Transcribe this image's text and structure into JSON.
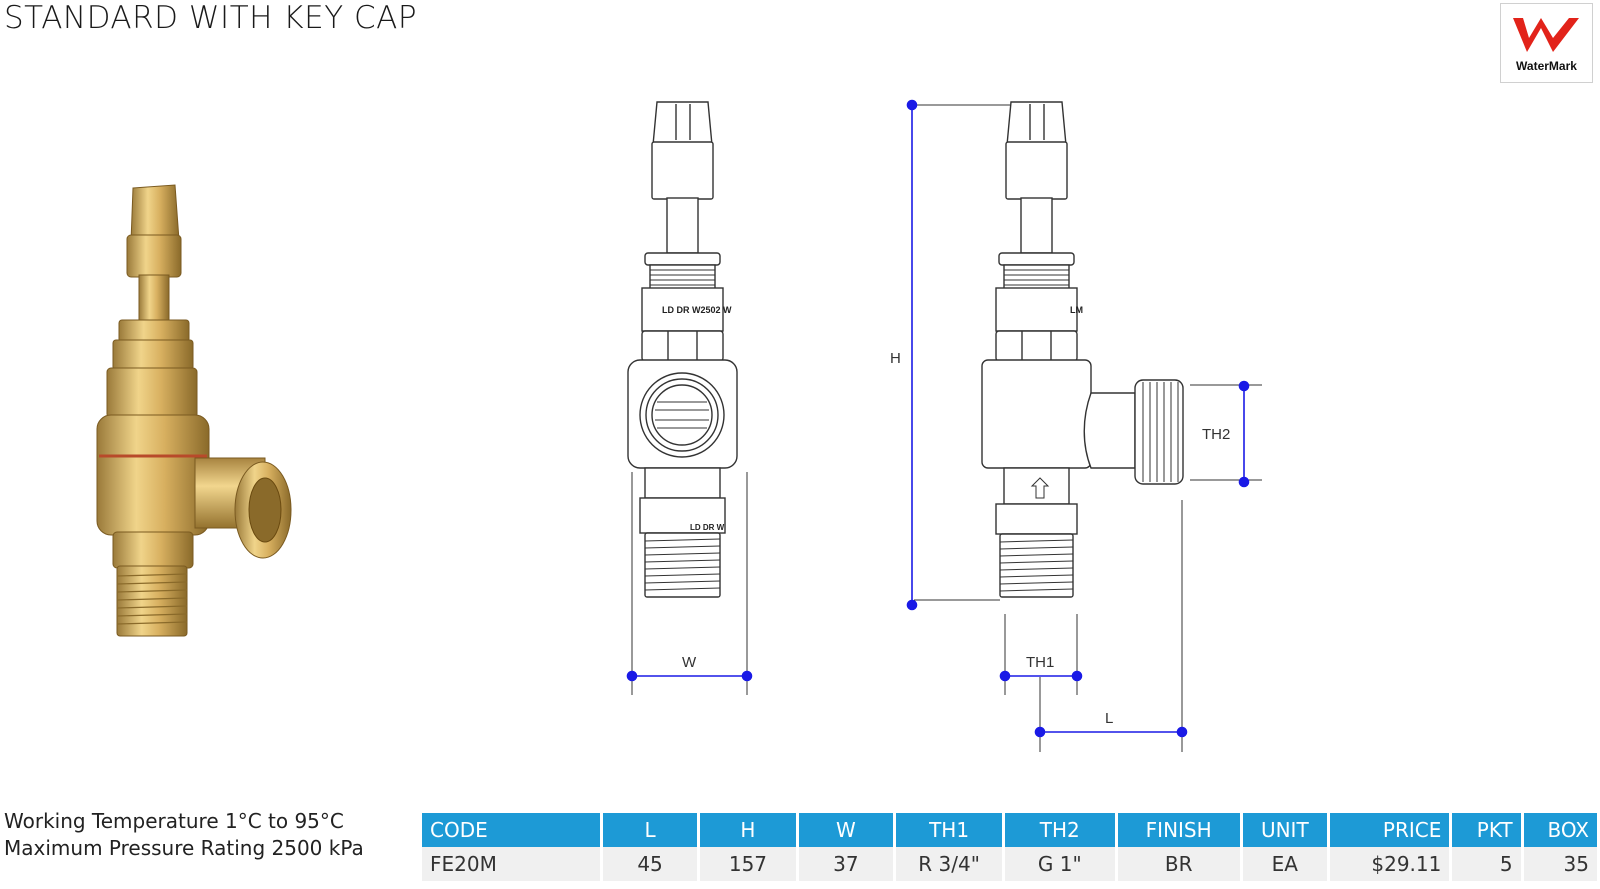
{
  "title": "STANDARD WITH KEY CAP",
  "logo": {
    "text": "WaterMark",
    "brand_color": "#e2231a",
    "icon": "watermark-logo-icon"
  },
  "specs": {
    "working_temperature": "Working Temperature 1°C to 95°C",
    "max_pressure": "Maximum Pressure Rating  2500 kPa"
  },
  "drawing": {
    "front_stamp": "LD DR W2502 W",
    "front_stamp_lower": "LD DR W",
    "side_stamp": "LM",
    "labels": {
      "h": "H",
      "w": "W",
      "th1": "TH1",
      "th2": "TH2",
      "l": "L"
    },
    "dimension_color": "#1a1ae6"
  },
  "table": {
    "header_color": "#1d9ad6",
    "headers": [
      "CODE",
      "L",
      "H",
      "W",
      "TH1",
      "TH2",
      "FINISH",
      "UNIT",
      "PRICE",
      "PKT",
      "BOX"
    ],
    "rows": [
      [
        "FE20M",
        "45",
        "157",
        "37",
        "R 3/4\"",
        "G 1\"",
        "BR",
        "EA",
        "$29.11",
        "5",
        "35"
      ]
    ]
  }
}
